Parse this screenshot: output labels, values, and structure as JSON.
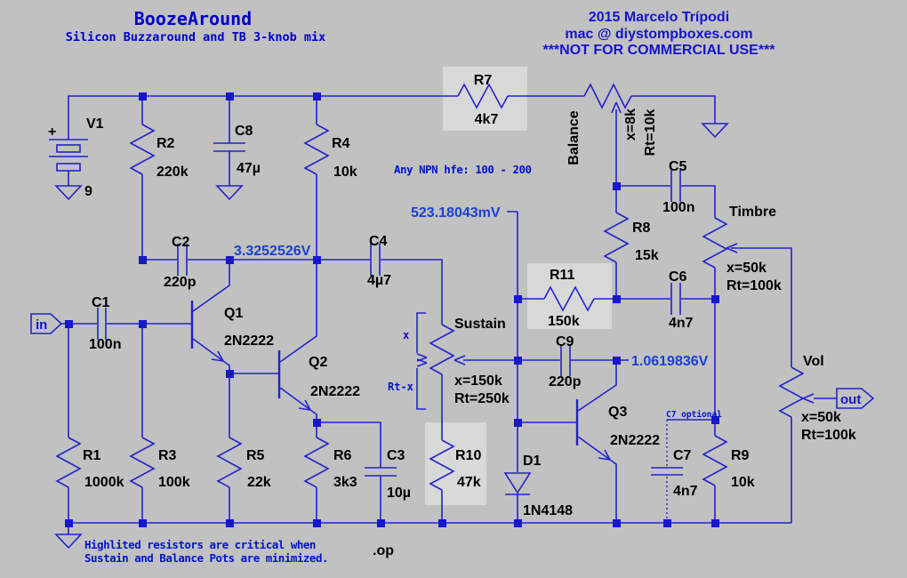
{
  "header": {
    "title": "BoozeAround",
    "subtitle": "Silicon Buzzaround and TB 3-knob mix",
    "credits": [
      "2015 Marcelo Trípodi",
      "mac @ diystompboxes.com",
      "***NOT FOR COMMERCIAL USE***"
    ]
  },
  "annotations": {
    "hfe_note": "Any NPN hfe: 100 - 200",
    "v_q1_collector": "3.3252526V",
    "v_sustain_node": "523.18043mV",
    "v_q3_collector": "1.0619836V",
    "note_line1": "Highlited resistors are critical when",
    "note_line2": "Sustain and Balance Pots are minimized.",
    "spice_directive": ".op",
    "c7_note": "C7 optional",
    "pot_x": "x",
    "pot_rt_x": "Rt-x"
  },
  "ports": {
    "in": "in",
    "out": "out"
  },
  "components": {
    "v1": {
      "name": "V1",
      "value": "9",
      "polarity": "+"
    },
    "r1": {
      "name": "R1",
      "value": "1000k"
    },
    "r2": {
      "name": "R2",
      "value": "220k"
    },
    "r3": {
      "name": "R3",
      "value": "100k"
    },
    "r4": {
      "name": "R4",
      "value": "10k"
    },
    "r5": {
      "name": "R5",
      "value": "22k"
    },
    "r6": {
      "name": "R6",
      "value": "3k3"
    },
    "r7": {
      "name": "R7",
      "value": "4k7"
    },
    "r8": {
      "name": "R8",
      "value": "15k"
    },
    "r9": {
      "name": "R9",
      "value": "10k"
    },
    "r10": {
      "name": "R10",
      "value": "47k"
    },
    "r11": {
      "name": "R11",
      "value": "150k"
    },
    "c1": {
      "name": "C1",
      "value": "100n"
    },
    "c2": {
      "name": "C2",
      "value": "220p"
    },
    "c3": {
      "name": "C3",
      "value": "10µ"
    },
    "c4": {
      "name": "C4",
      "value": "4µ7"
    },
    "c5": {
      "name": "C5",
      "value": "100n"
    },
    "c6": {
      "name": "C6",
      "value": "4n7"
    },
    "c7": {
      "name": "C7",
      "value": "4n7"
    },
    "c8": {
      "name": "C8",
      "value": "47µ"
    },
    "c9": {
      "name": "C9",
      "value": "220p"
    },
    "q1": {
      "name": "Q1",
      "value": "2N2222"
    },
    "q2": {
      "name": "Q2",
      "value": "2N2222"
    },
    "q3": {
      "name": "Q3",
      "value": "2N2222"
    },
    "d1": {
      "name": "D1",
      "value": "1N4148"
    },
    "balance": {
      "name": "Balance",
      "x": "x=8k",
      "rt": "Rt=10k"
    },
    "sustain": {
      "name": "Sustain",
      "x": "x=150k",
      "rt": "Rt=250k"
    },
    "timbre": {
      "name": "Timbre",
      "x": "x=50k",
      "rt": "Rt=100k"
    },
    "vol": {
      "name": "Vol",
      "x": "x=50k",
      "rt": "Rt=100k"
    }
  },
  "colors": {
    "background": "#C1C1C1",
    "wire": "#2222CC",
    "annotation_blue": "#0014CC",
    "label_black": "#000000",
    "highlight": "#D8D8D8"
  }
}
